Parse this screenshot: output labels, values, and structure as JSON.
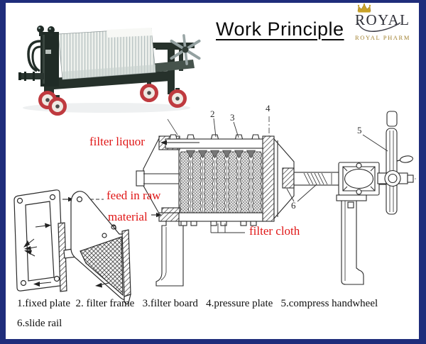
{
  "frame": {
    "border_color": "#1f2d7b",
    "background": "#ffffff"
  },
  "header": {
    "title": "Work Principle",
    "logo": {
      "brand": "ROYAL",
      "subtitle": "ROYAL PHARM",
      "brand_color": "#2f3038",
      "gold_color": "#b08c2e",
      "crown_icon": "crown-icon"
    }
  },
  "machine_photo": {
    "wheel_color": "#bf3a3f",
    "frame_color": "#26312b",
    "plate_color": "#edf0ec"
  },
  "diagram": {
    "callouts": {
      "n2": "2",
      "n3": "3",
      "n4": "4",
      "n5": "5",
      "n6": "6"
    },
    "labels": {
      "filter_liquor": "filter liquor",
      "feed_line1": "feed in raw",
      "feed_line2": "material",
      "filter_cloth": "filter cloth",
      "color": "#e01616"
    }
  },
  "legend": {
    "line1": "1.fixed plate  2. filter frame   3.filter board   4.pressure plate   5.compress handwheel",
    "line2": "6.slide rail",
    "parts": [
      {
        "num": "1",
        "label": "fixed plate"
      },
      {
        "num": "2",
        "label": "filter frame"
      },
      {
        "num": "3",
        "label": "filter board"
      },
      {
        "num": "4",
        "label": "pressure plate"
      },
      {
        "num": "5",
        "label": "compress handwheel"
      },
      {
        "num": "6",
        "label": "slide rail"
      }
    ]
  }
}
